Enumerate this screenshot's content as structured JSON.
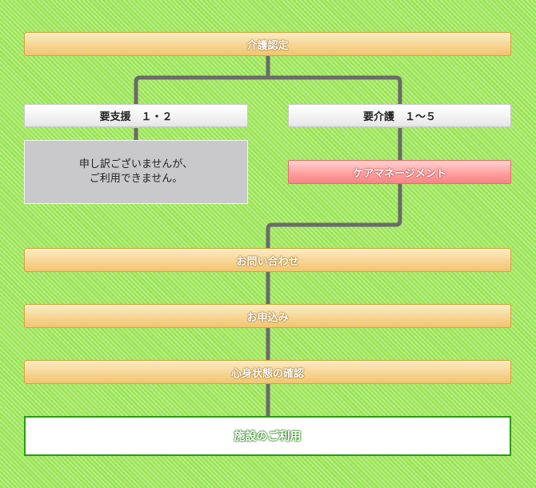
{
  "diagram": {
    "care_certification": "介護認定",
    "support_level": "要支援　１・２",
    "care_level": "要介護　１～５",
    "sorry_line1": "申し訳ございませんが、",
    "sorry_line2": "ご利用できません。",
    "care_management": "ケアマネージメント",
    "inquiry": "お問い合わせ",
    "application": "お申込み",
    "condition_check": "心身状態の確認",
    "facility_use": "施設のご利用"
  },
  "colors": {
    "connector": "#6b6b6b",
    "background": "#9ee65c",
    "final_border": "#2a9b12"
  }
}
